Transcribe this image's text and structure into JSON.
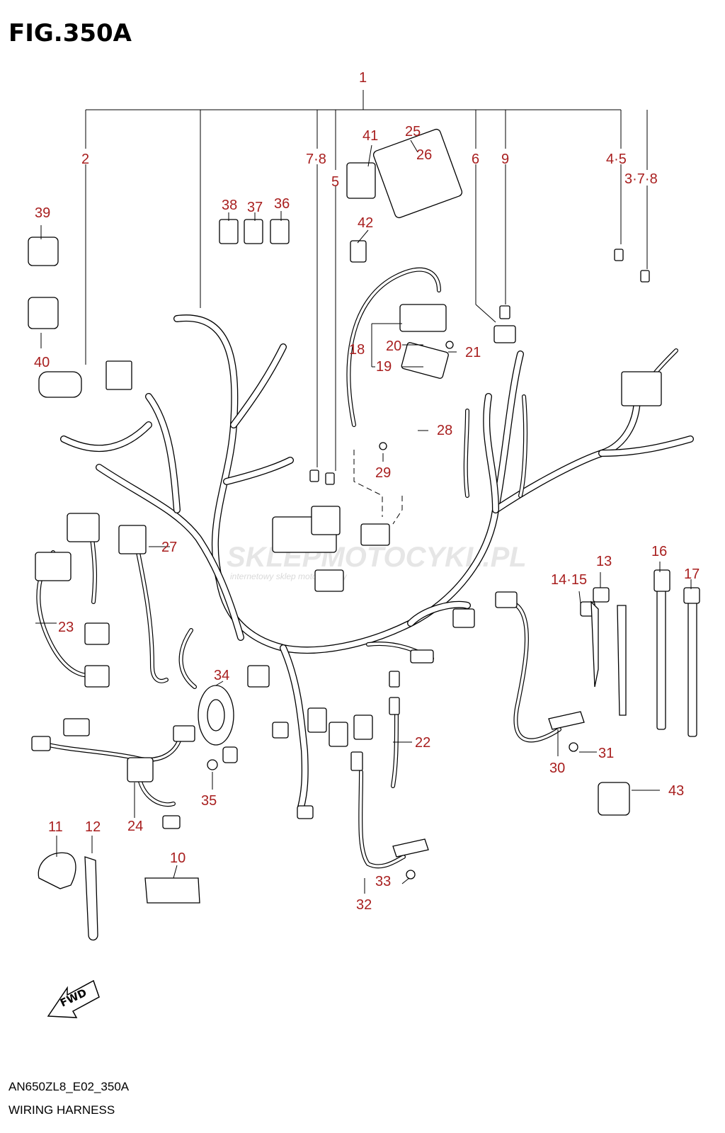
{
  "figure": {
    "title": "FIG.350A",
    "model_code": "AN650ZL8_E02_350A",
    "caption": "WIRING HARNESS"
  },
  "watermark": {
    "brand": "SKLEPMOTOCYKL.PL",
    "tagline": "internetowy sklep motocyklowy"
  },
  "fwd_label": "FWD",
  "callouts": {
    "c1": "1",
    "c2": "2",
    "c7_8a": "7·8",
    "c5": "5",
    "c41": "41",
    "c25": "25",
    "c26": "26",
    "c6": "6",
    "c9": "9",
    "c4_5": "4·5",
    "c3_7_8": "3·7·8",
    "c39": "39",
    "c38": "38",
    "c37": "37",
    "c36": "36",
    "c42": "42",
    "c40": "40",
    "c18": "18",
    "c20": "20",
    "c21": "21",
    "c19": "19",
    "c28": "28",
    "c29": "29",
    "c27": "27",
    "c23": "23",
    "c14_15": "14·15",
    "c13": "13",
    "c16": "16",
    "c17": "17",
    "c34": "34",
    "c22": "22",
    "c31": "31",
    "c30": "30",
    "c43": "43",
    "c35": "35",
    "c24": "24",
    "c11": "11",
    "c12": "12",
    "c10": "10",
    "c33": "33",
    "c32": "32"
  },
  "colors": {
    "callout": "#a81e1e",
    "line": "#000000",
    "watermark": "#e6e6e6"
  }
}
